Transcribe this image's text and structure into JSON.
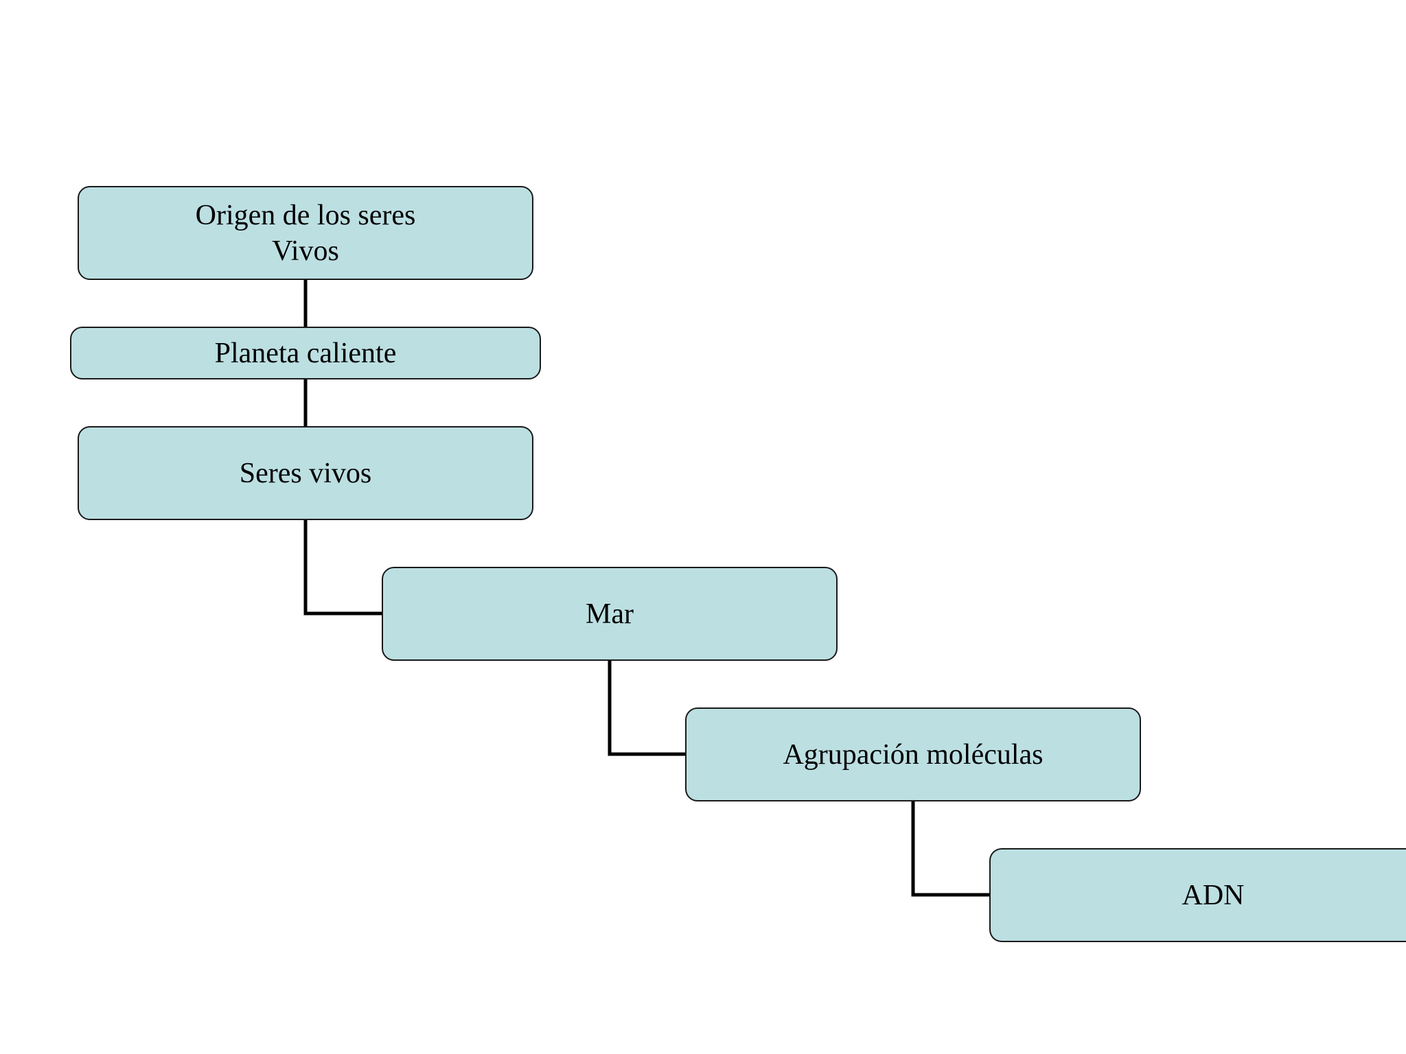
{
  "diagram": {
    "nodes": [
      {
        "id": "origen",
        "label": "Origen de los seres\nVivos"
      },
      {
        "id": "planeta",
        "label": "Planeta caliente"
      },
      {
        "id": "seres",
        "label": "Seres vivos"
      },
      {
        "id": "mar",
        "label": "Mar"
      },
      {
        "id": "agrupacion",
        "label": "Agrupación moléculas"
      },
      {
        "id": "adn",
        "label": "ADN"
      }
    ],
    "edges": [
      {
        "from": "origen",
        "to": "planeta"
      },
      {
        "from": "planeta",
        "to": "seres"
      },
      {
        "from": "seres",
        "to": "mar"
      },
      {
        "from": "mar",
        "to": "agrupacion"
      },
      {
        "from": "agrupacion",
        "to": "adn"
      }
    ],
    "colors": {
      "node_fill": "#bcdfe2",
      "node_border": "#1a1a1a",
      "connector": "#000000"
    }
  }
}
